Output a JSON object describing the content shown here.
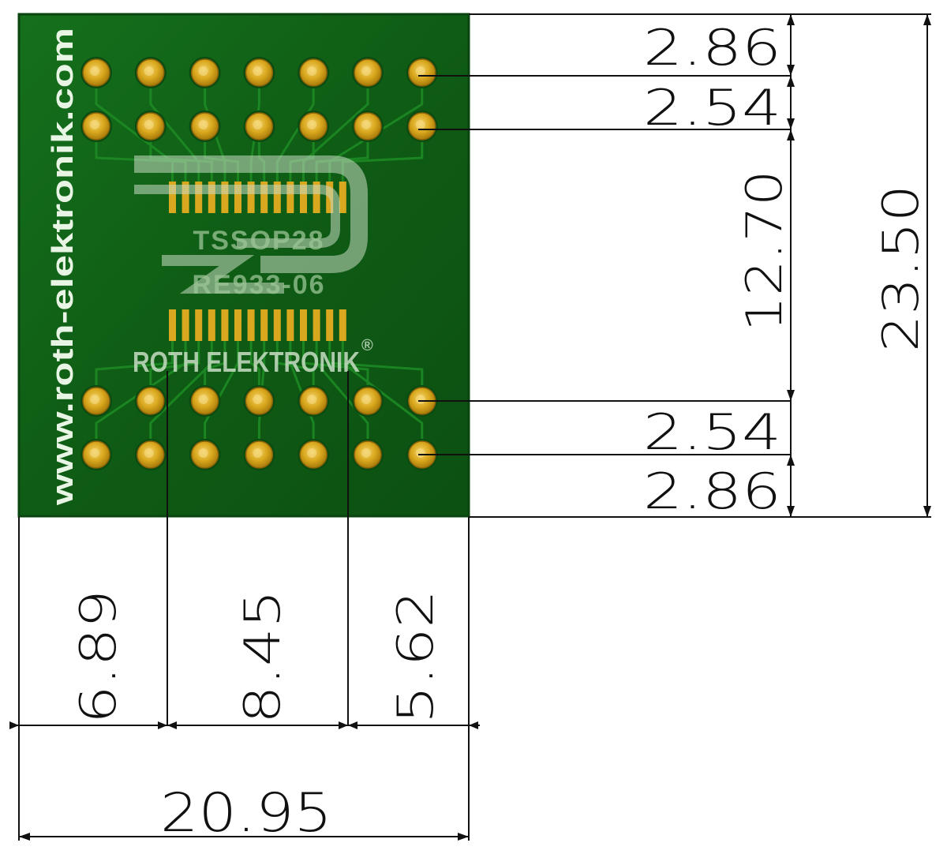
{
  "board": {
    "url": "www.roth-elektronik.com",
    "package": "TSSOP28",
    "part_number": "RE933-06",
    "brand": "ROTH ELEKTRONIK",
    "registered_mark": "®",
    "pads_per_row": 7,
    "pad_rows": 4,
    "fine_pitch_pads_per_side": 14,
    "colors": {
      "substrate": "#0f5c15",
      "substrate_edge": "#0a4510",
      "pad": "#d9a81e",
      "silkscreen": "#e8f5e4",
      "dimension_lines": "#111111"
    }
  },
  "dimensions": {
    "right_inner": [
      "2.86",
      "2.54",
      "12.70",
      "2.54",
      "2.86"
    ],
    "right_total": "23.50",
    "bottom_inner": [
      "6.89",
      "8.45",
      "5.62"
    ],
    "bottom_total": "20.95"
  }
}
